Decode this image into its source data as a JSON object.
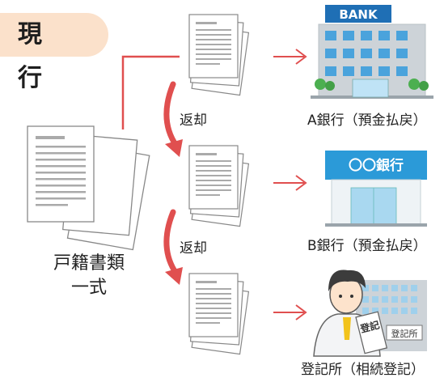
{
  "badge": {
    "title": "現　行"
  },
  "source": {
    "label_line1": "戸籍書類",
    "label_line2": "一式"
  },
  "returns": [
    {
      "label": "返却"
    },
    {
      "label": "返却"
    }
  ],
  "destinations": [
    {
      "label": "A銀行（預金払戻）",
      "sign": "BANK"
    },
    {
      "label": "B銀行（預金払戻）",
      "sign": "〇〇銀行"
    },
    {
      "label": "登記所（相続登記）",
      "sign": "登記所",
      "document_text": "登記"
    }
  ],
  "colors": {
    "arrow": "#e04f4f",
    "badge_bg": "#fbe1cb",
    "bank_sign": "#1f6fb5",
    "bank_b_sign": "#2b9ad8",
    "building": "#cdd3d8"
  },
  "icons": [
    "document-stack-icon",
    "bank-building-icon",
    "bank-shop-icon",
    "registry-officer-icon",
    "arrow-icon"
  ]
}
